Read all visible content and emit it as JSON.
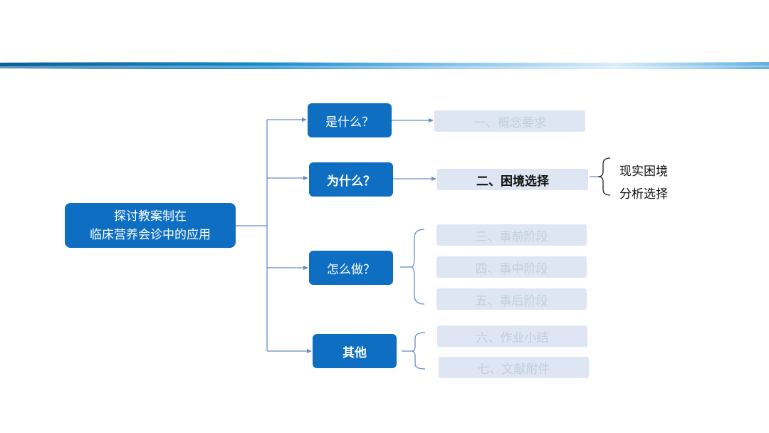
{
  "colors": {
    "primary": "#0d6ec2",
    "connector": "#6a8ac6",
    "section_fill": "#dde6f2",
    "section_text_faded": "#c2cedc",
    "banner_dark": "#0b5f99",
    "banner_light": "#d8ecf8"
  },
  "diagram": {
    "root": {
      "line1": "探讨教案制在",
      "line2": "临床营养会诊中的应用"
    },
    "branches": [
      {
        "label": "是什么？",
        "children": [
          "一、概念要求"
        ]
      },
      {
        "label": "为什么？",
        "children": [
          "二、困境选择"
        ],
        "sub_items": [
          "现实困境",
          "分析选择"
        ]
      },
      {
        "label": "怎么做？",
        "children": [
          "三、事前阶段",
          "四、事中阶段",
          "五、事后阶段"
        ]
      },
      {
        "label": "其他",
        "children": [
          "六、作业小结",
          "七、文献附件"
        ]
      }
    ]
  }
}
